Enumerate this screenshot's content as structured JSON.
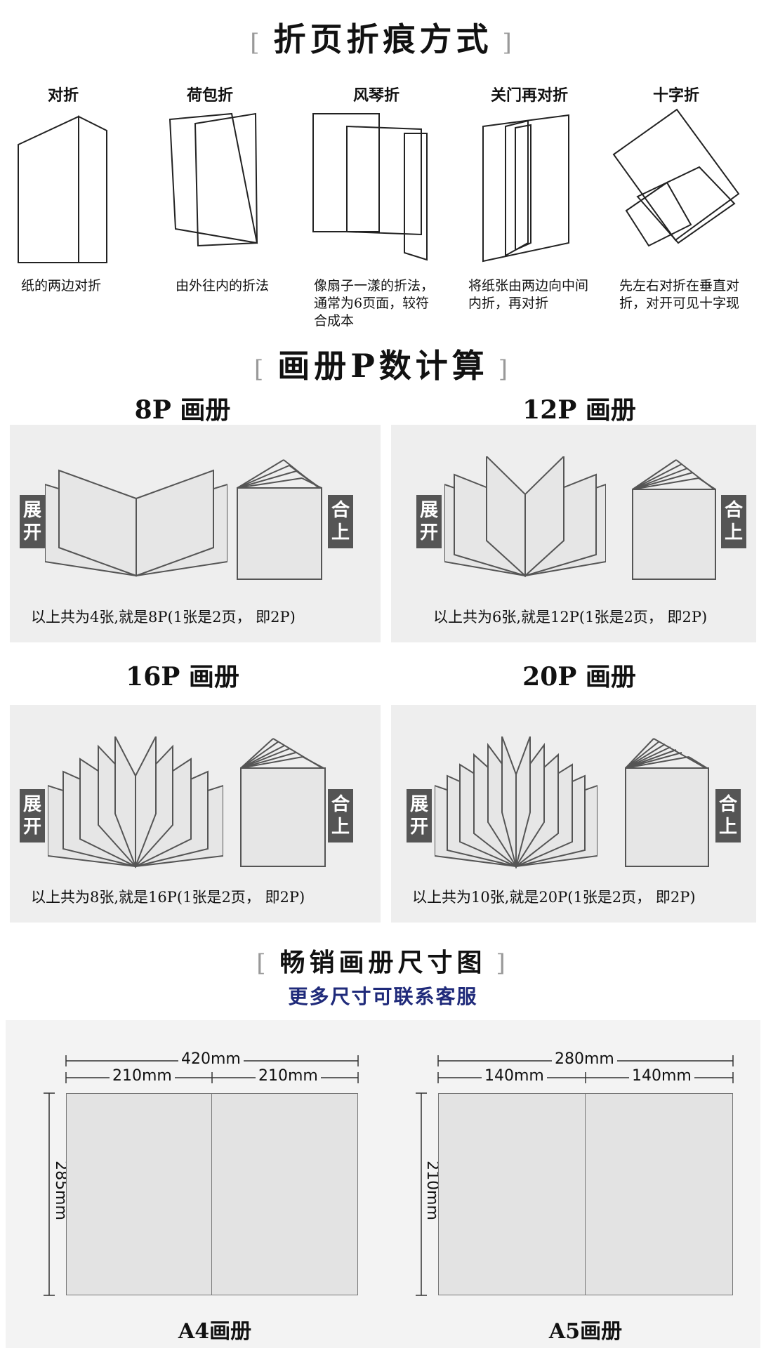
{
  "fold_section": {
    "title": "折页折痕方式",
    "bracket_open": "[",
    "bracket_close": "]",
    "types": [
      {
        "label": "对折",
        "desc": "纸的两边对折"
      },
      {
        "label": "荷包折",
        "desc": "由外往内的折法"
      },
      {
        "label": "风琴折",
        "desc": "像扇子一漾的折法，通常为6页面，较符合成本"
      },
      {
        "label": "关门再对折",
        "desc": "将纸张由两边向中间内折，再对折"
      },
      {
        "label": "十字折",
        "desc": "先左右对折在垂直对折，对开可见十字现"
      }
    ]
  },
  "pages_section": {
    "title": "画册P数计算",
    "open_tag": "展开",
    "close_tag": "合上",
    "panels": [
      {
        "title": "8P 画册",
        "caption": "以上共为4张,就是8P(1张是2页， 即2P)"
      },
      {
        "title": "12P 画册",
        "caption": "以上共为6张,就是12P(1张是2页， 即2P)"
      },
      {
        "title": "16P 画册",
        "caption": "以上共为8张,就是16P(1张是2页， 即2P)"
      },
      {
        "title": "20P 画册",
        "caption": "以上共为10张,就是20P(1张是2页， 即2P)"
      }
    ]
  },
  "size_section": {
    "title": "畅销画册尺寸图",
    "subtitle": "更多尺寸可联系客服",
    "subtitle_color": "#1f2a7a",
    "sizes": [
      {
        "total_width": "420mm",
        "half_width_left": "210mm",
        "half_width_right": "210mm",
        "height": "285mm",
        "caption": "A4画册"
      },
      {
        "total_width": "280mm",
        "half_width_left": "140mm",
        "half_width_right": "140mm",
        "height": "210mm",
        "caption": "A5画册"
      }
    ]
  }
}
